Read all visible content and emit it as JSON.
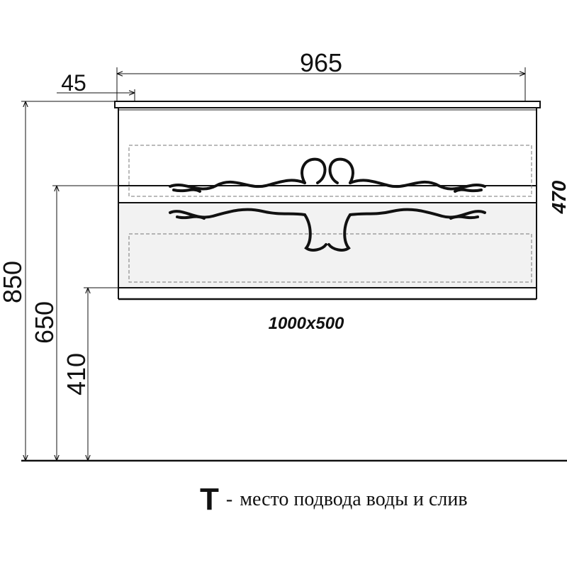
{
  "dimensions": {
    "total_width": "965",
    "top_offset": "45",
    "front_height": "470",
    "total_height": "850",
    "height_650": "650",
    "height_410": "410",
    "size_label": "1000x500"
  },
  "legend": {
    "symbol": "T",
    "dash": "-",
    "text": "место подвода воды и слив"
  }
}
